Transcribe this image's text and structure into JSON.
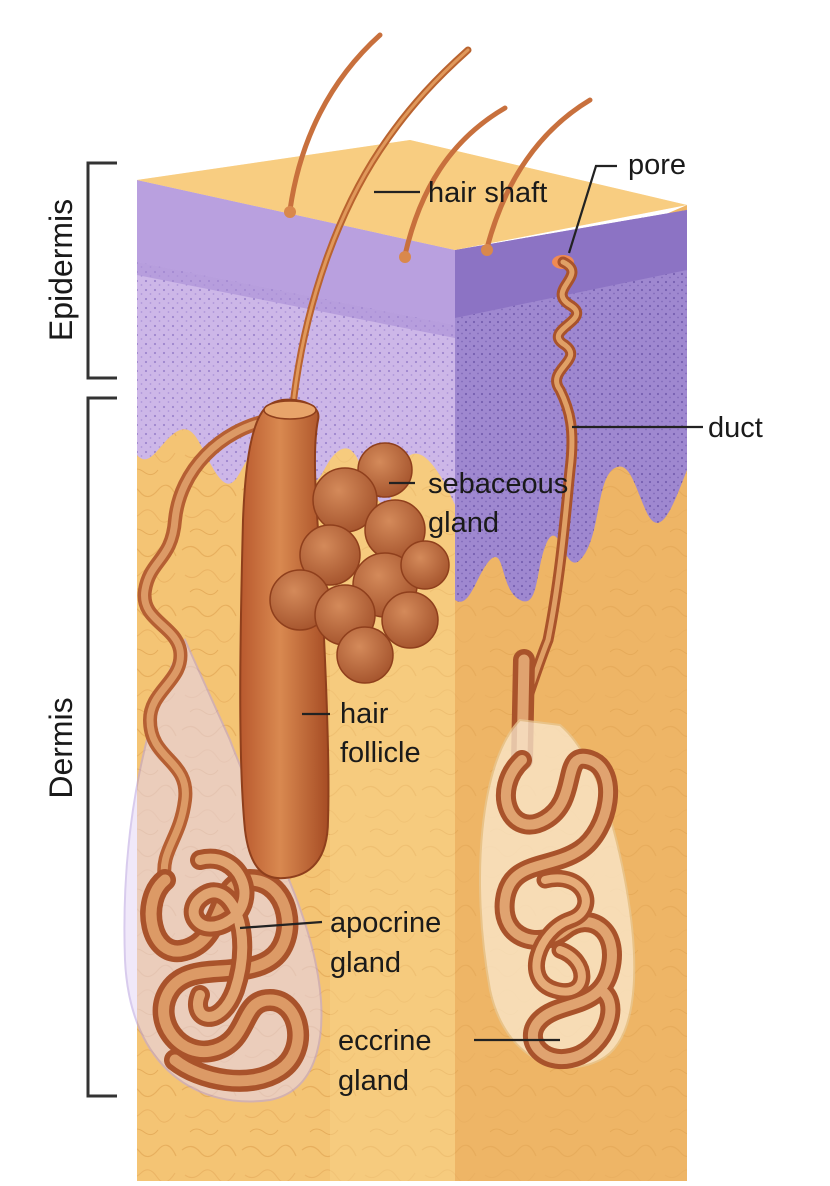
{
  "diagram": {
    "layers": {
      "epidermis": "Epidermis",
      "dermis": "Dermis"
    },
    "labels": {
      "hair_shaft": "hair shaft",
      "pore": "pore",
      "duct": "duct",
      "sebaceous_line1": "sebaceous",
      "sebaceous_line2": "gland",
      "follicle_line1": "hair",
      "follicle_line2": "follicle",
      "apocrine_line1": "apocrine",
      "apocrine_line2": "gland",
      "eccrine_line1": "eccrine",
      "eccrine_line2": "gland"
    },
    "colors": {
      "skin_top": "#f7c877",
      "dermis": "#f3c071",
      "dermis_side": "#eab062",
      "epidermis_front": "#c9b3e6",
      "epidermis_side": "#9d86cf",
      "gland": "#c46a3c",
      "gland_dark": "#9c4a26",
      "label_text": "#1a1a1a"
    }
  }
}
